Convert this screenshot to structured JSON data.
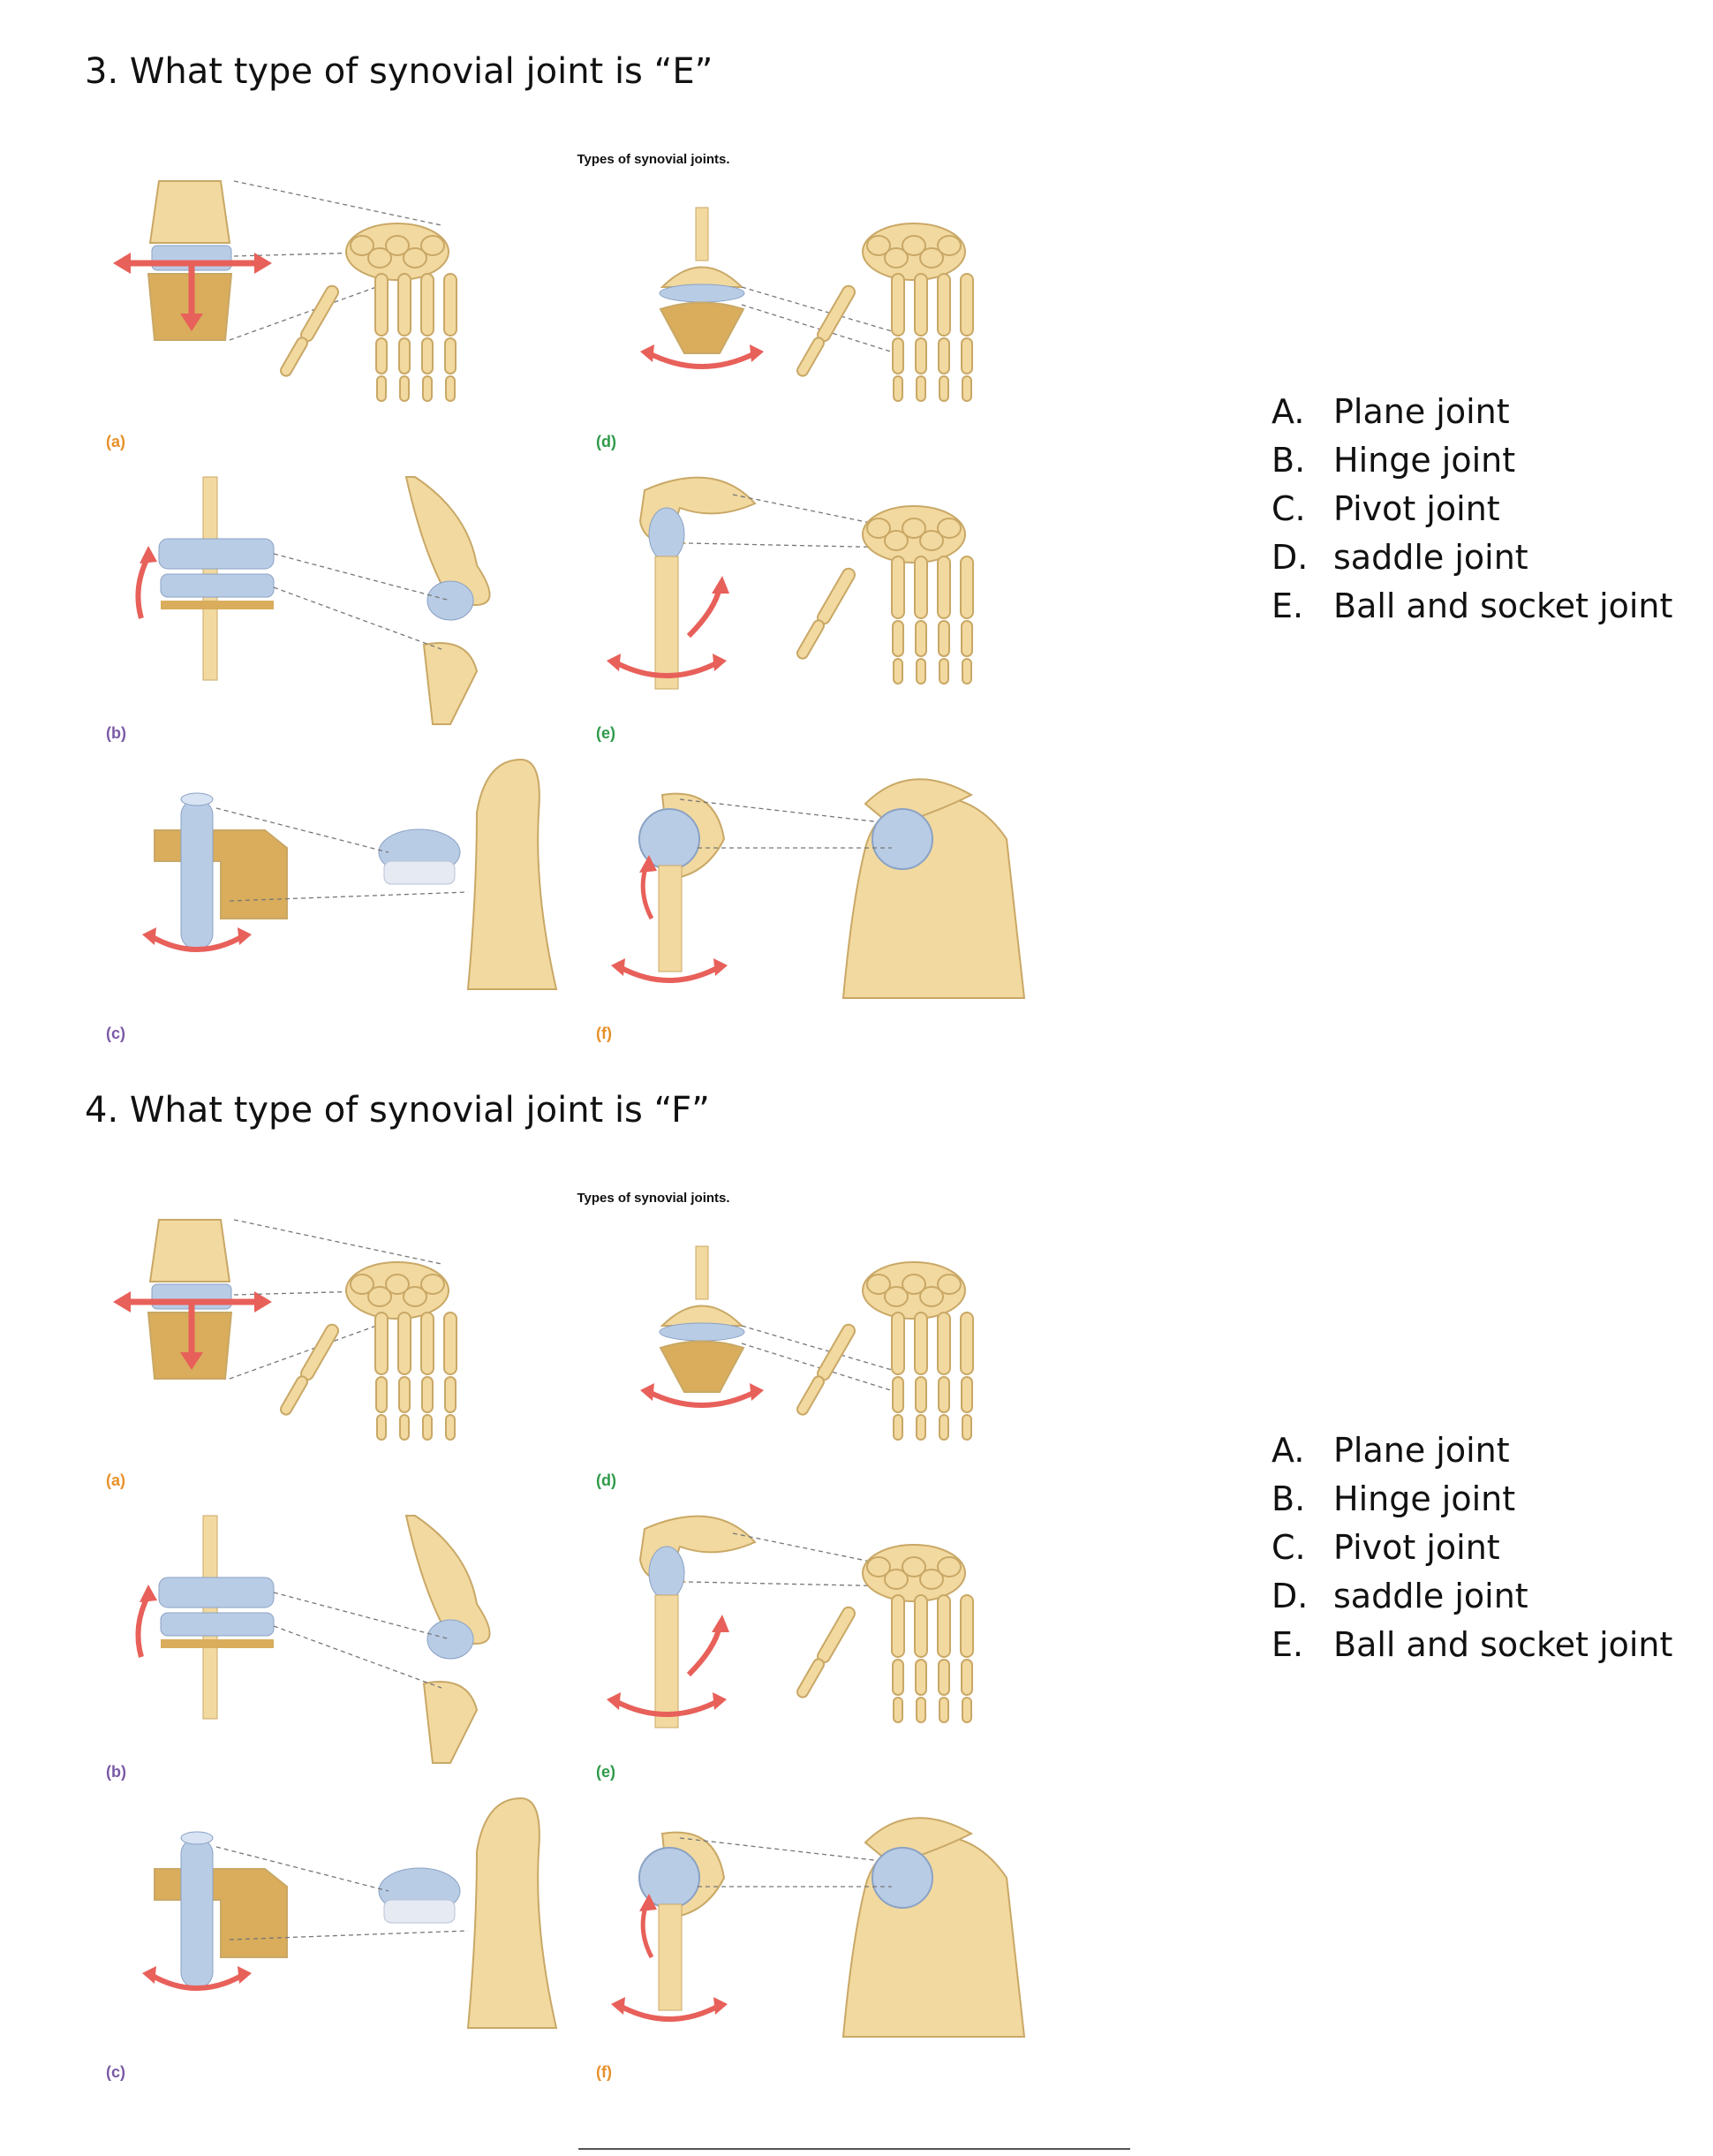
{
  "questions": [
    {
      "title": "3. What type of synovial joint is “E”",
      "figure_title": "Types of synovial joints.",
      "panel_labels": [
        "(a)",
        "(d)",
        "(b)",
        "(e)",
        "(c)",
        "(f)"
      ],
      "options": [
        {
          "letter": "A.",
          "text": "Plane joint"
        },
        {
          "letter": "B.",
          "text": "Hinge joint"
        },
        {
          "letter": "C.",
          "text": "Pivot joint"
        },
        {
          "letter": "D.",
          "text": "saddle joint"
        },
        {
          "letter": "E.",
          "text": "Ball and socket joint"
        }
      ]
    },
    {
      "title": "4. What type of synovial joint is “F”",
      "figure_title": "Types of synovial joints.",
      "panel_labels": [
        "(a)",
        "(d)",
        "(b)",
        "(e)",
        "(c)",
        "(f)"
      ],
      "options": [
        {
          "letter": "A.",
          "text": "Plane joint"
        },
        {
          "letter": "B.",
          "text": "Hinge joint"
        },
        {
          "letter": "C.",
          "text": "Pivot joint"
        },
        {
          "letter": "D.",
          "text": "saddle joint"
        },
        {
          "letter": "E.",
          "text": "Ball and socket joint"
        }
      ]
    }
  ],
  "colors": {
    "bone": "#f2d9a0",
    "bone_edge": "#c9a866",
    "cartilage": "#b9cce6",
    "block": "#d9ad5c",
    "arrow": "#e8605a",
    "label_purple": "#7a5aa6",
    "label_green": "#2f9a4a",
    "label_orange": "#e8902a"
  }
}
